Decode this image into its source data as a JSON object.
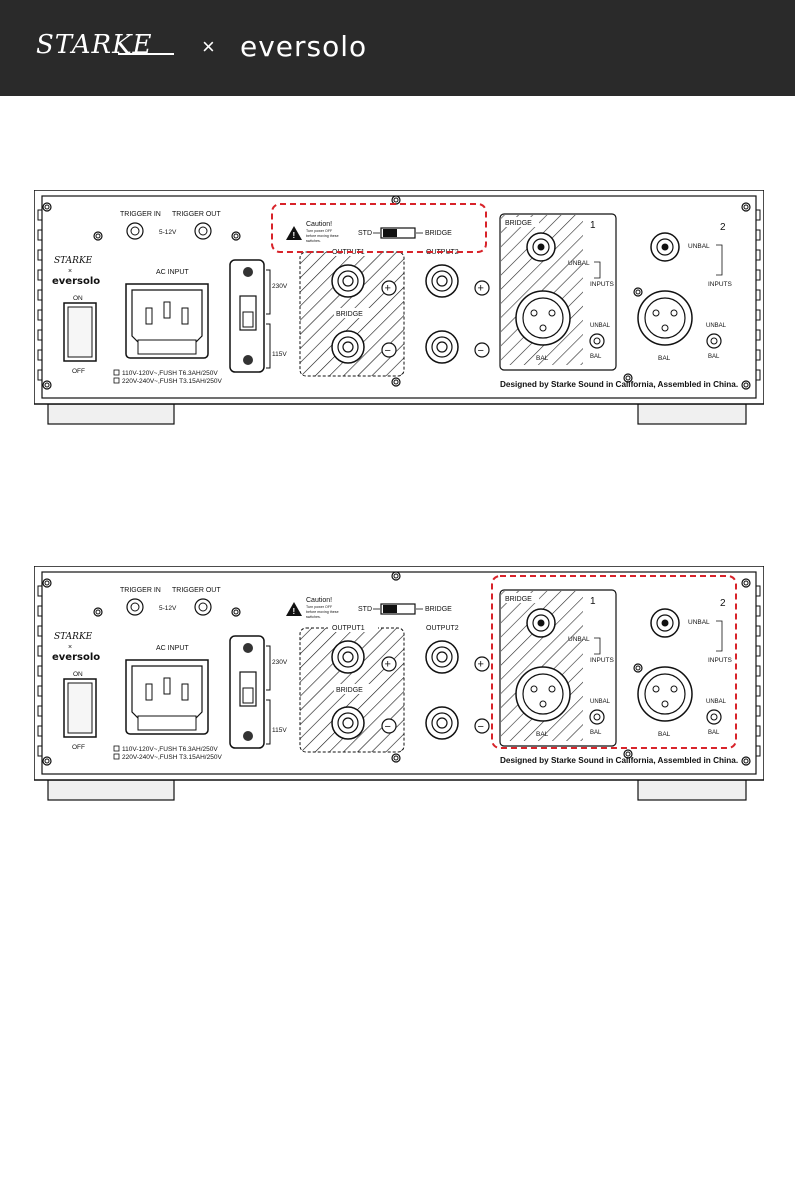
{
  "header": {
    "brand_left": "STARKE",
    "brand_separator": "×",
    "brand_right": "eversolo",
    "background_color": "#2a2a2a"
  },
  "panel": {
    "trigger_in": "TRIGGER IN",
    "trigger_voltage": "5-12V",
    "trigger_out": "TRIGGER OUT",
    "logo_top": "STARKE",
    "logo_x": "×",
    "logo_bottom": "eversolo",
    "switch_on": "ON",
    "switch_off": "OFF",
    "ac_input": "AC INPUT",
    "fuse_line1": "110V-120V~,FUSH T6.3AH/250V",
    "fuse_line2": "220V-240V~,FUSH T3.15AH/250V",
    "voltage_230": "230V",
    "voltage_115": "115V",
    "caution_title": "Caution!",
    "caution_line1": "Turn power OFF",
    "caution_line2": "before moving these",
    "caution_line3": "switches.",
    "mode_std": "STD",
    "mode_bridge": "BRIDGE",
    "output1": "OUTPUT1",
    "output2": "OUTPUT2",
    "bridge_label": "BRIDGE",
    "plus": "+",
    "minus": "−",
    "input_bridge": "BRIDGE",
    "input1_number": "1",
    "input2_number": "2",
    "unbal": "UNBAL",
    "inputs": "INPUTS",
    "bal": "BAL",
    "footer_text": "Designed by Starke Sound in California, Assembled in China."
  },
  "highlight": {
    "color": "#d8232a",
    "panel_1_region": "mode switch",
    "panel_2_region": "inputs"
  }
}
